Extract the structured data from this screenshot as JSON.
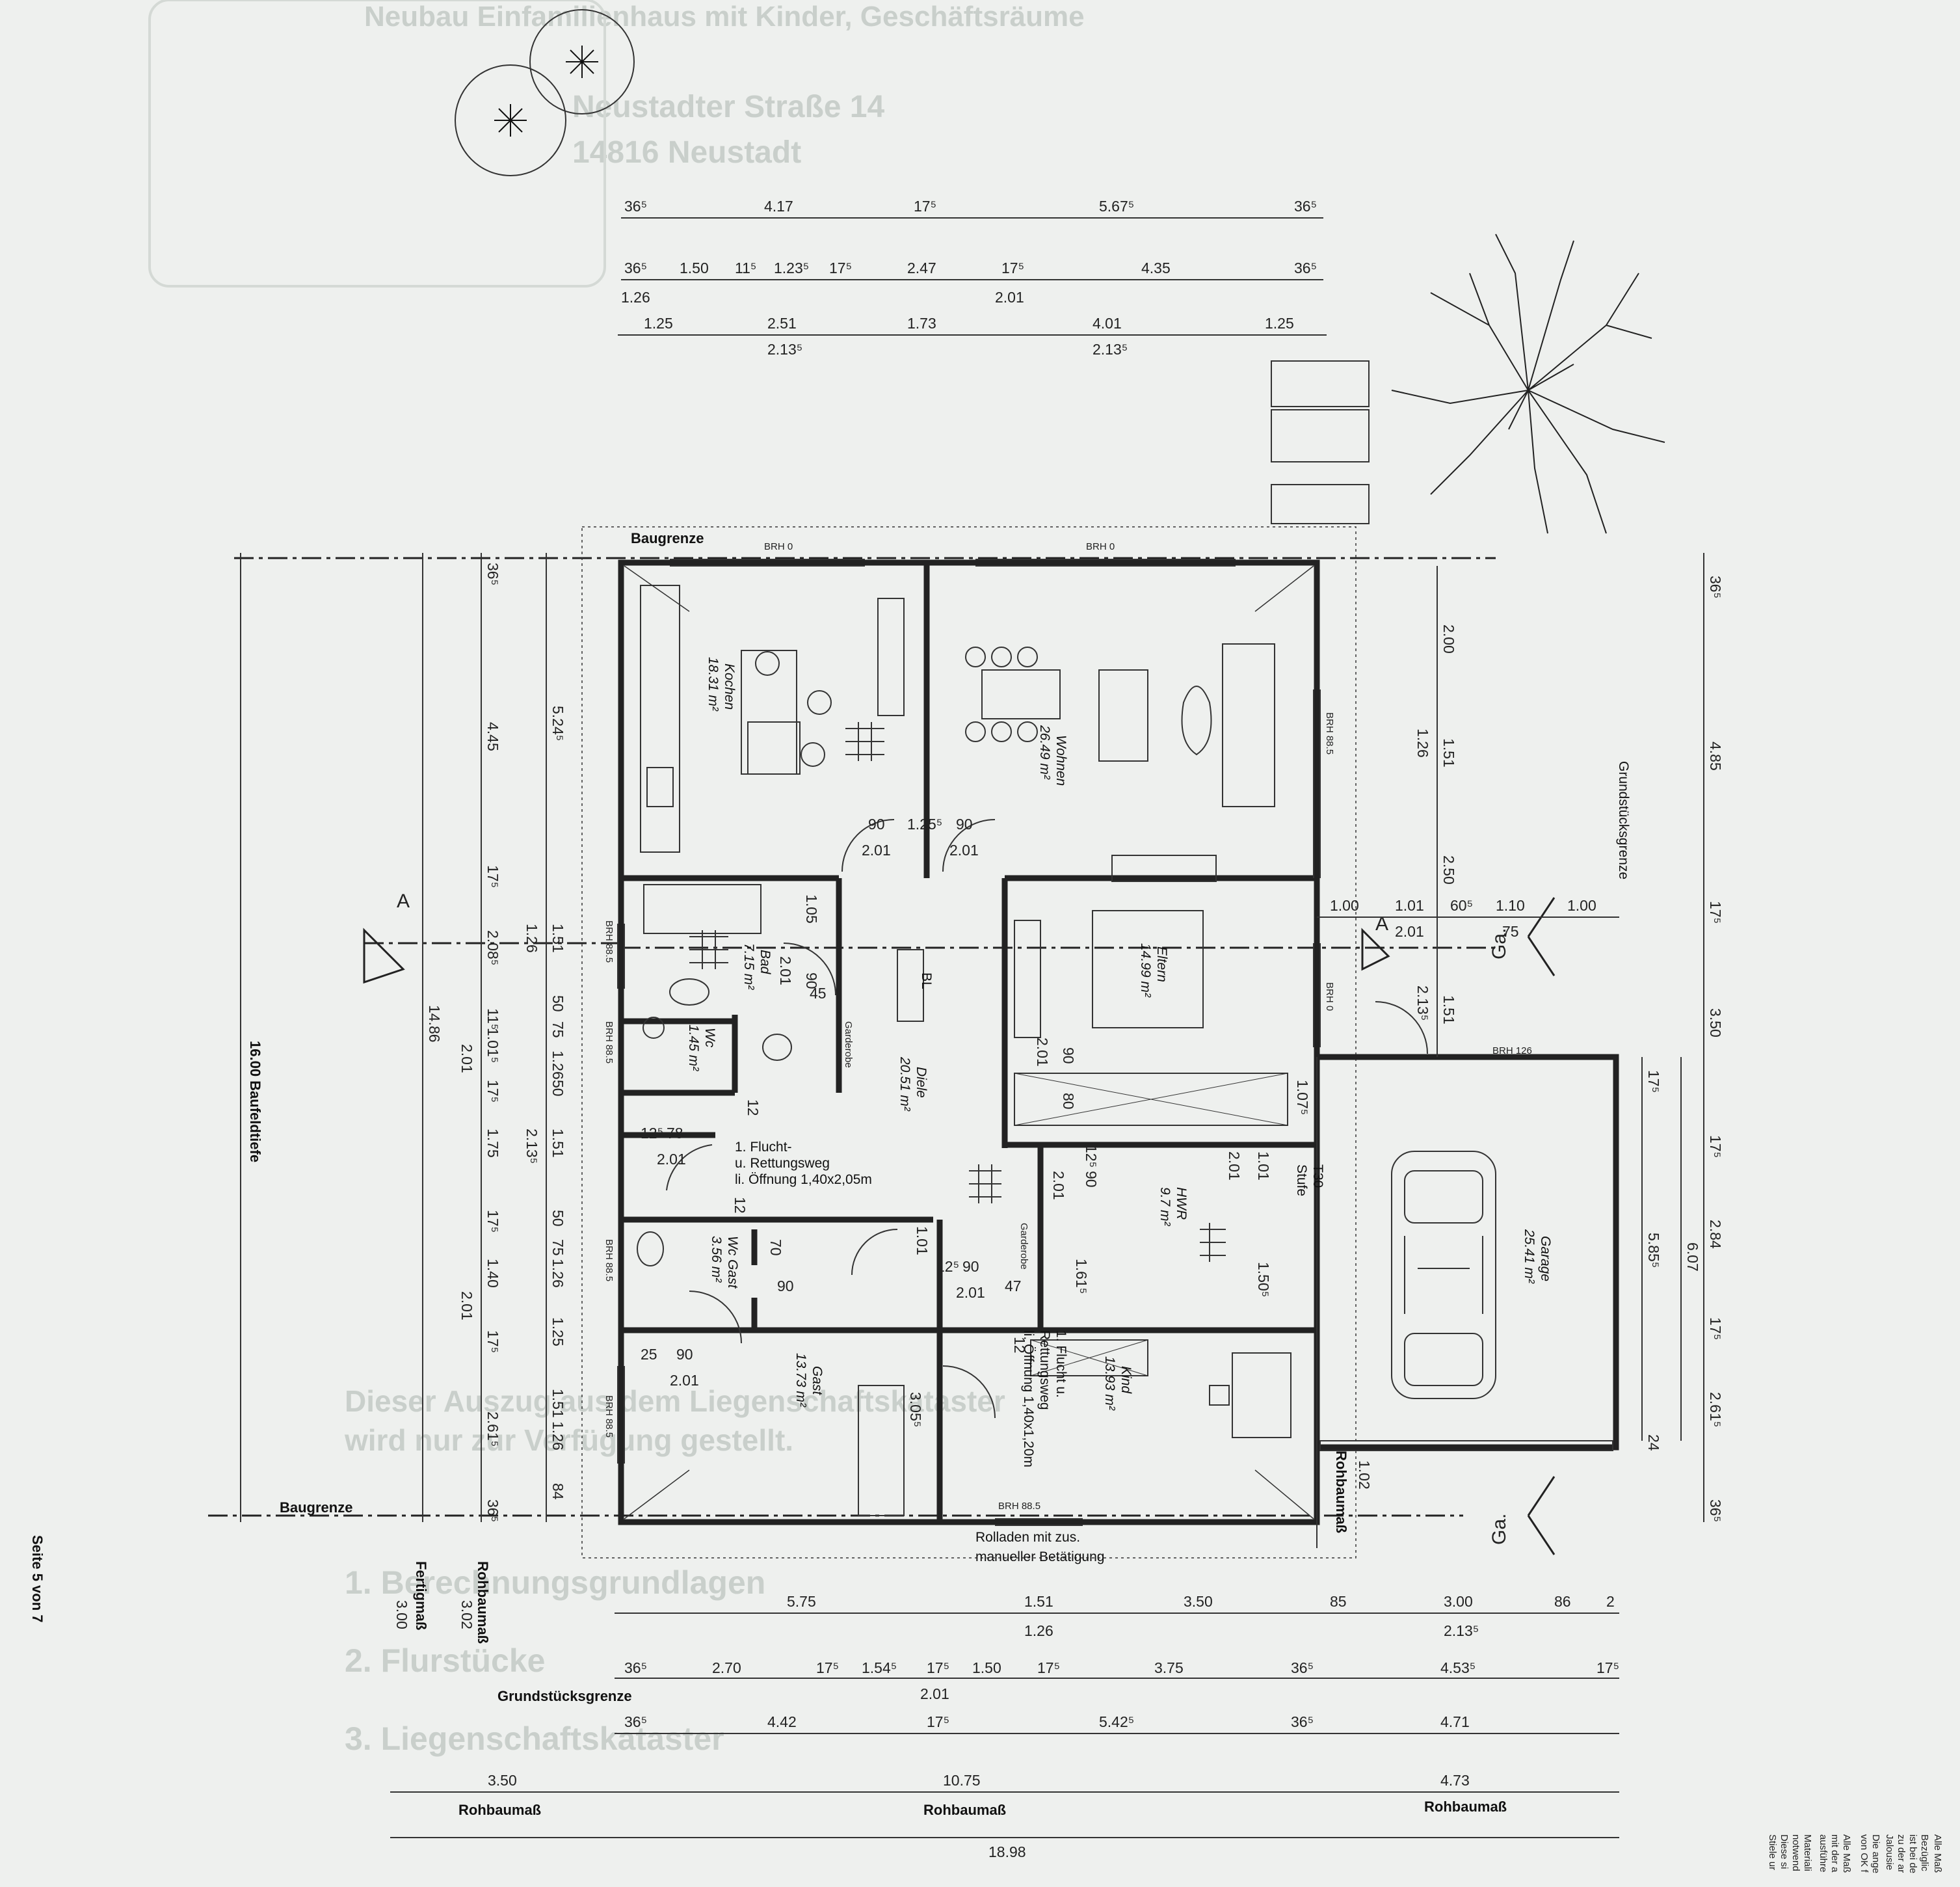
{
  "labels": {
    "baugrenze_top": "Baugrenze",
    "baugrenze_left": "Baugrenze",
    "brh0a": "BRH 0",
    "brh0b": "BRH 0",
    "brh0c": "BRH 0",
    "brh885a": "BRH 88.5",
    "brh885b": "BRH 88.5",
    "brh885c": "BRH 88.5",
    "brh885d": "BRH 88.5",
    "brh885e": "BRH 88.5",
    "brh885f": "BRH 88.5",
    "brh126": "BRH 126",
    "grundstuecksgrenze_right": "Grundstücksgrenze",
    "grundstuecksgrenze_bottom": "Grundstücksgrenze",
    "baufeldtiefe": "16.00   Baufeldtiefe",
    "seite": "Seite 5 von 7",
    "section_a_left": "A",
    "section_a_right": "A",
    "ga_top": "Ga.",
    "ga_bottom": "Ga.",
    "rohbaumass_side": "Rohbaumaß",
    "fertigmass": "Fertigmaß",
    "rohbaumass_left": "Rohbaumaß",
    "rohbaumass_mid": "Rohbaumaß",
    "rohbaumass_right": "Rohbaumaß",
    "rolladen1": "Rolladen mit zus.",
    "rolladen2": "manueller Betätigung",
    "flucht1": "1. Flucht-",
    "flucht2": "u. Rettungsweg",
    "flucht3": "li. Öffnung 1,40x2,05m",
    "kindflucht1": "1. Flucht u.",
    "kindflucht2": "Rettungsweg",
    "kindflucht3": "li. Öffnung 1,40x1,20m",
    "stufe": "Stufe",
    "t30": "T30",
    "bl": "BL",
    "garderobe1": "Garderobe",
    "garderobe2": "Garderobe",
    "rohbaumass_garage": "Rohbaumaß"
  },
  "rooms": {
    "kochen": {
      "name": "Kochen",
      "area": "18.31 m²"
    },
    "wohnen": {
      "name": "Wohnen",
      "area": "26.49 m²"
    },
    "bad": {
      "name": "Bad",
      "area": "7.15 m²"
    },
    "wc": {
      "name": "Wc",
      "area": "1.45 m²"
    },
    "diele": {
      "name": "Diele",
      "area": "20.51 m²"
    },
    "eltern": {
      "name": "Eltern",
      "area": "14.99 m²"
    },
    "hwr": {
      "name": "HWR",
      "area": "9.7 m²"
    },
    "wcgast": {
      "name": "Wc Gast",
      "area": "3.56 m²"
    },
    "gast": {
      "name": "Gast",
      "area": "13.73 m²"
    },
    "kind": {
      "name": "Kind",
      "area": "13.93 m²"
    },
    "garage": {
      "name": "Garage",
      "area": "25.41 m²"
    }
  },
  "dims_top": {
    "r1": [
      "36⁵",
      "4.17",
      "17⁵",
      "5.67⁵",
      "36⁵"
    ],
    "r2": [
      "36⁵",
      "1.50",
      "11⁵",
      "1.23⁵",
      "17⁵",
      "2.47",
      "17⁵",
      "4.35",
      "36⁵"
    ],
    "r2b": [
      "1.26",
      "2.01"
    ],
    "r3": [
      "1.25",
      "2.51",
      "1.73",
      "4.01",
      "1.25"
    ],
    "r3b": [
      "2.13⁵",
      "2.13⁵"
    ]
  },
  "dims_bottom": {
    "r1": [
      "5.75",
      "1.51",
      "3.50",
      "85",
      "3.00",
      "86",
      "2"
    ],
    "r1b": [
      "1.26",
      "2.13⁵"
    ],
    "r2": [
      "36⁵",
      "2.70",
      "17⁵",
      "1.54⁵",
      "17⁵",
      "1.50",
      "17⁵",
      "3.75",
      "36⁵",
      "4.53⁵",
      "17⁵"
    ],
    "r2b": [
      "2.01"
    ],
    "r3": [
      "36⁵",
      "4.42",
      "17⁵",
      "5.42⁵",
      "36⁵",
      "4.71"
    ],
    "r4": [
      "3.50",
      "10.75",
      "4.73"
    ],
    "r5": [
      "18.98"
    ]
  },
  "dims_left": {
    "outer": [
      "14.86"
    ],
    "c1": [
      "36⁵",
      "4.45",
      "17⁵",
      "2.08⁵",
      "11⁵",
      "1.01⁵",
      "17⁵",
      "1.75",
      "17⁵",
      "1.40",
      "17⁵",
      "2.61⁵",
      "36⁵"
    ],
    "c1b": [
      "2.01",
      "2.01"
    ],
    "c2": [
      "5.24⁵",
      "1.51",
      "1.26",
      "50",
      "75",
      "1.26",
      "50",
      "1.51",
      "2.13⁵",
      "50",
      "75",
      "1.26",
      "1.25",
      "1.51",
      "1.26",
      "84"
    ],
    "side": [
      "3.02",
      "3.00"
    ]
  },
  "dims_right": {
    "outer": [
      "36⁵",
      "4.85",
      "17⁵",
      "3.50",
      "17⁵",
      "2.84",
      "17⁵",
      "2.61⁵",
      "36⁵"
    ],
    "inner": [
      "2.00",
      "1.51",
      "1.26",
      "2.50",
      "1.51",
      "2.13⁵"
    ],
    "garage": [
      "17⁵",
      "5.85⁵",
      "6.07",
      "24",
      "1.02"
    ],
    "row": [
      "1.00",
      "1.01",
      "60⁵",
      "1.10",
      "1.00",
      "2.01",
      "75"
    ]
  },
  "openings": [
    "90",
    "1.25⁵",
    "90",
    "2.01",
    "2.01",
    "1.05",
    "90",
    "2.01",
    "45",
    "2.01",
    "90",
    "80",
    "1.07⁵",
    "12⁵",
    "78",
    "2.01",
    "12",
    "12⁵",
    "90",
    "2.01",
    "1.01",
    "2.01",
    "1.01",
    "1.61⁵",
    "1.50⁵",
    "12⁵",
    "90",
    "2.01",
    "47",
    "70",
    "90",
    "12",
    "25",
    "90",
    "2.01",
    "3.05⁵",
    "12"
  ],
  "faint_text": [
    "Neubau Einfamilienhaus mit Kinder, Geschäftsräume",
    "Neustadter Straße 14",
    "14816 Neustadt",
    "Dieser Auszug aus dem Liegenschaftskataster",
    "wird nur zur Verfügung gestellt.",
    "1. Berechnungsgrundlagen",
    "2. Flurstücke",
    "3. Liegenschaftskataster"
  ],
  "notes_rot": [
    "Alle Maß",
    "Bezüglic",
    "ist bei de",
    "zu der ar",
    "Jalousie",
    "Die ange",
    "von OK f",
    "Alle Maß",
    "mit der a",
    "ausführe",
    "Materiali",
    "notwend",
    "Diese si",
    "Stiele ur"
  ]
}
